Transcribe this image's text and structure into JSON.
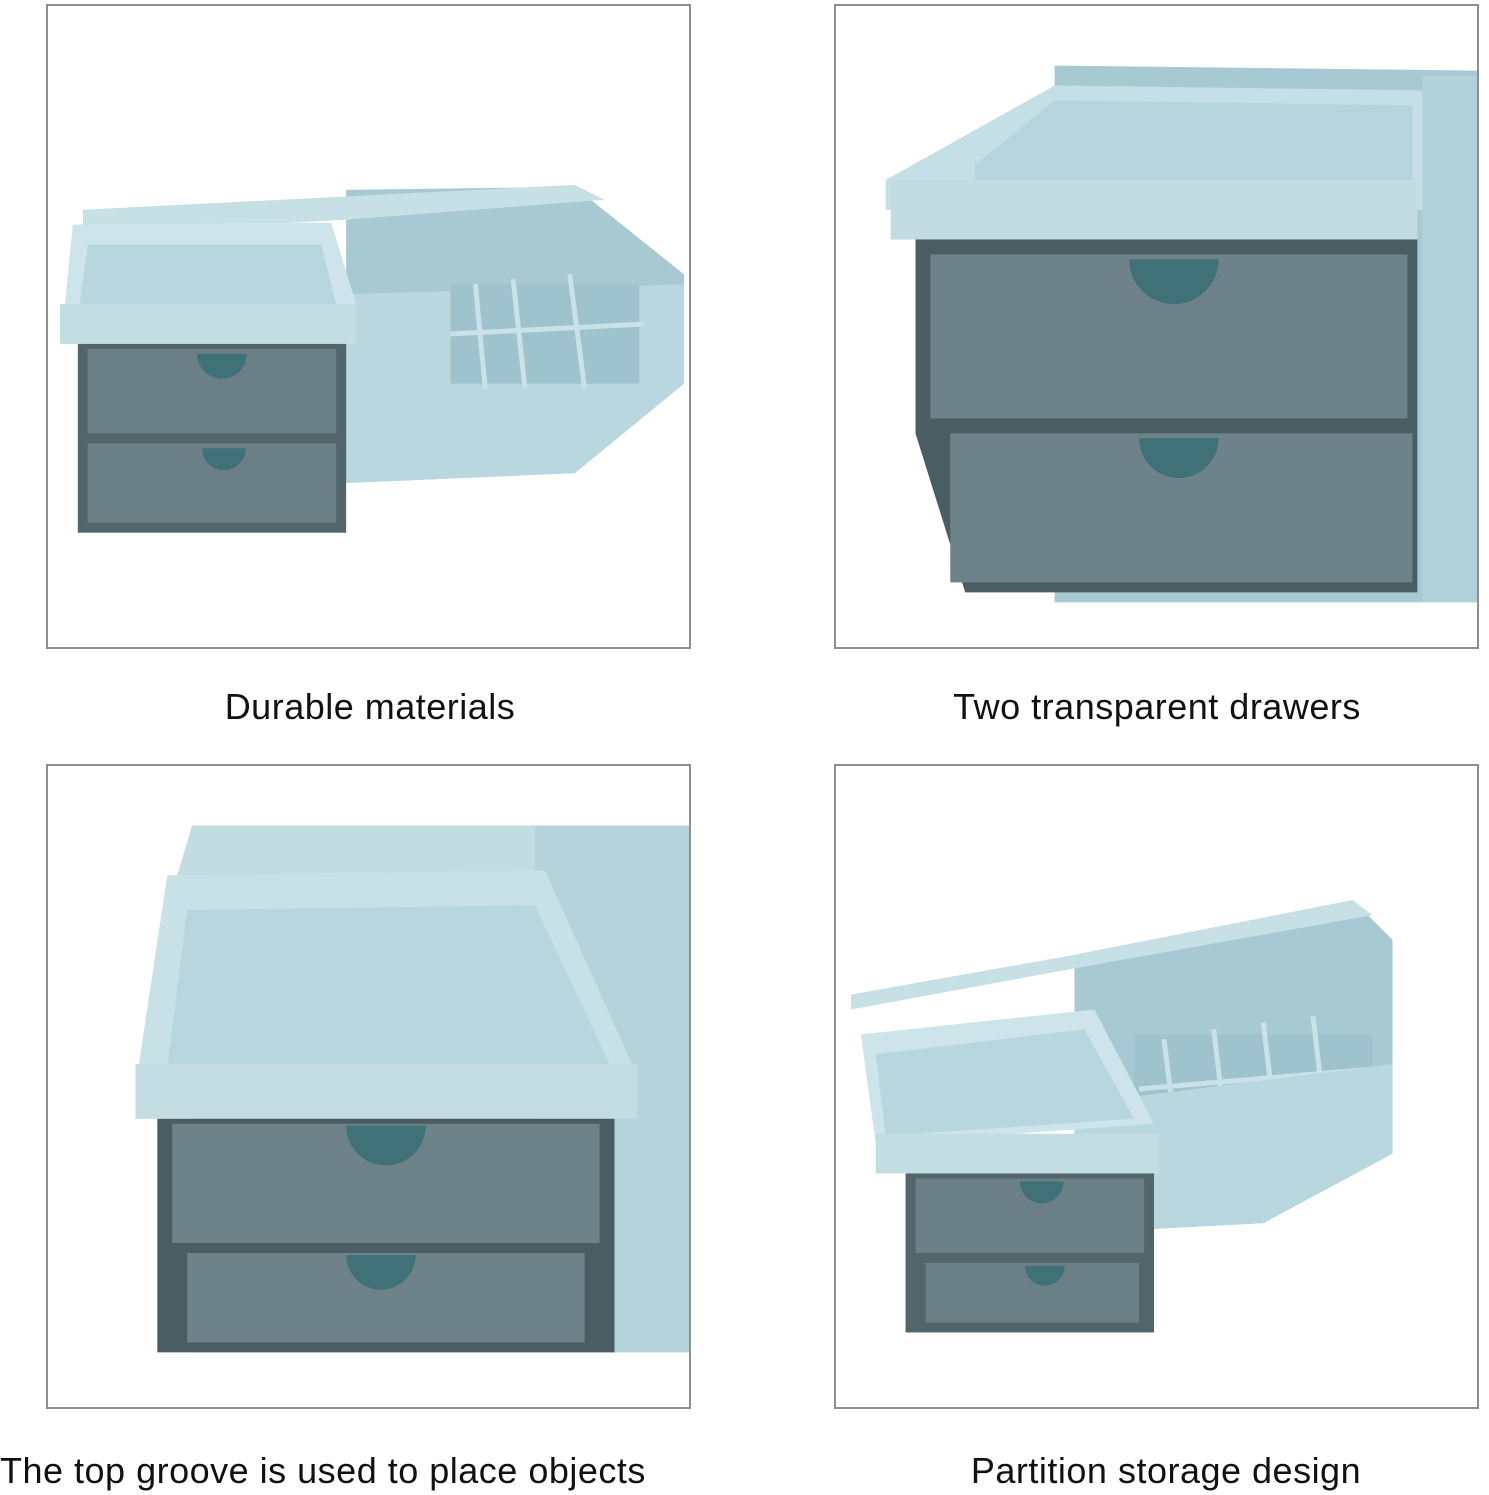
{
  "colors": {
    "organizer_light": "#b9d7de",
    "organizer_mid": "#a6c9d2",
    "organizer_dark": "#8fb6c1",
    "drawer_glass": "#5f7379",
    "drawer_glass_light": "#7d9197",
    "handle": "#3f7176",
    "border": "#8e8e8e"
  },
  "panels": [
    {
      "caption": "Durable materials",
      "image": "organizer-full-view"
    },
    {
      "caption": "Two transparent drawers",
      "image": "organizer-drawers-closeup"
    },
    {
      "caption": "The top groove is used to place objects",
      "image": "organizer-top-groove-closeup"
    },
    {
      "caption": "Partition storage design",
      "image": "organizer-partition-view"
    }
  ]
}
